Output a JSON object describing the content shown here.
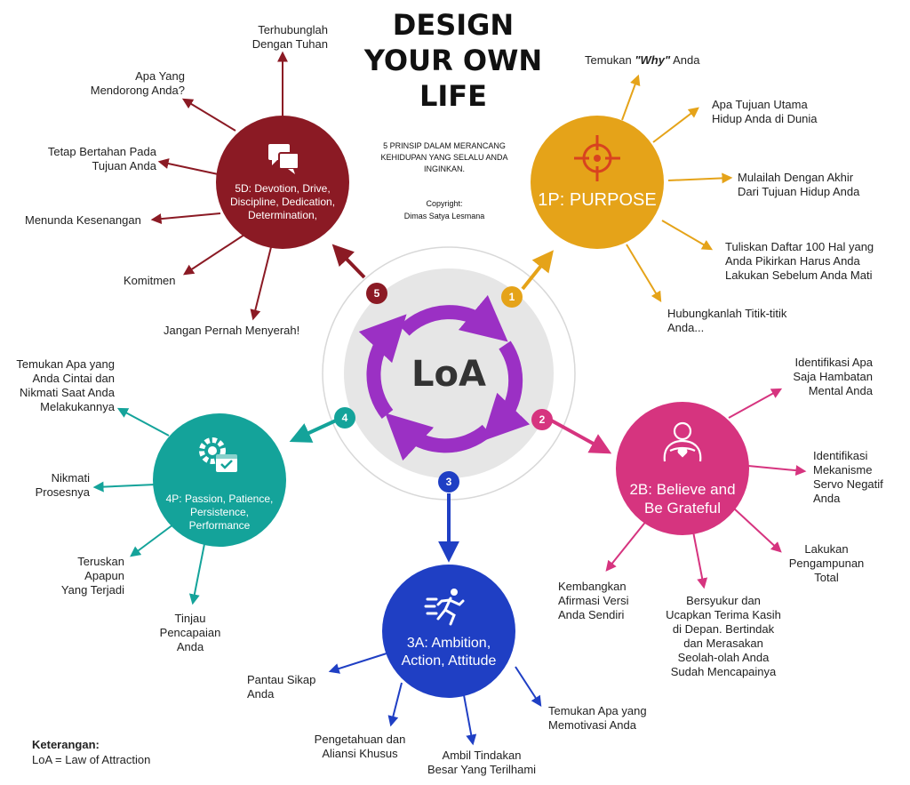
{
  "title": {
    "line1": "DESIGN",
    "line2": "YOUR OWN",
    "line3": "LIFE"
  },
  "subtitle": {
    "line1": "5 PRINSIP DALAM MERANCANG",
    "line2": "KEHIDUPAN YANG SELALU ANDA",
    "line3": "INGINKAN."
  },
  "copyright": {
    "label": "Copyright:",
    "name": "Dimas Satya Lesmana"
  },
  "center": {
    "label": "LoA"
  },
  "colors": {
    "purpose": "#E5A319",
    "believe": "#D6347F",
    "ambition": "#1F3FC4",
    "passion": "#14A39A",
    "devotion": "#8B1A24",
    "cycle": "#9B30C4"
  },
  "nodes": {
    "purpose": {
      "num": "1",
      "title": "1P: PURPOSE",
      "icon": "target-icon",
      "branches": [
        "Temukan",
        "\"Why\"",
        "Anda",
        "Apa Tujuan Utama",
        "Hidup Anda di Dunia",
        "Mulailah Dengan Akhir",
        "Dari Tujuan Hidup Anda",
        "Tuliskan Daftar 100 Hal yang",
        "Anda Pikirkan Harus Anda",
        "Lakukan Sebelum Anda Mati",
        "Hubungkanlah Titik-titik",
        "Anda..."
      ]
    },
    "believe": {
      "num": "2",
      "title1": "2B: Believe and",
      "title2": "Be Grateful",
      "icon": "hands-heart-icon",
      "branches": [
        "Identifikasi Apa",
        "Saja Hambatan",
        "Mental Anda",
        "Identifikasi",
        "Mekanisme",
        "Servo Negatif",
        "Anda",
        "Lakukan",
        "Pengampunan",
        "Total",
        "Bersyukur dan",
        "Ucapkan Terima Kasih",
        "di Depan. Bertindak",
        "dan Merasakan",
        "Seolah-olah Anda",
        "Sudah Mencapainya",
        "Kembangkan",
        "Afirmasi Versi",
        "Anda Sendiri"
      ]
    },
    "ambition": {
      "num": "3",
      "title1": "3A: Ambition,",
      "title2": "Action, Attitude",
      "icon": "runner-icon",
      "branches": [
        "Pantau Sikap",
        "Anda",
        "Pengetahuan dan",
        "Aliansi Khusus",
        "Ambil Tindakan",
        "Besar Yang Terilhami",
        "Temukan Apa yang",
        "Memotivasi Anda"
      ]
    },
    "passion": {
      "num": "4",
      "title1": "4P: Passion, Patience,",
      "title2": "Persistence,",
      "title3": "Performance",
      "icon": "gear-check-icon",
      "branches": [
        "Temukan Apa yang",
        "Anda Cintai dan",
        "Nikmati Saat Anda",
        "Melakukannya",
        "Nikmati",
        "Prosesnya",
        "Teruskan",
        "Apapun",
        "Yang Terjadi",
        "Tinjau",
        "Pencapaian",
        "Anda"
      ]
    },
    "devotion": {
      "num": "5",
      "title1": "5D: Devotion, Drive,",
      "title2": "Discipline, Dedication,",
      "title3": "Determination,",
      "icon": "chat-bubbles-icon",
      "branches": [
        "Terhubunglah",
        "Dengan Tuhan",
        "Apa Yang",
        "Mendorong Anda?",
        "Tetap Bertahan Pada",
        "Tujuan Anda",
        "Menunda Kesenangan",
        "Komitmen",
        "Jangan Pernah Menyerah!"
      ]
    }
  },
  "legend": {
    "heading": "Keterangan:",
    "text": "LoA = Law of Attraction"
  }
}
